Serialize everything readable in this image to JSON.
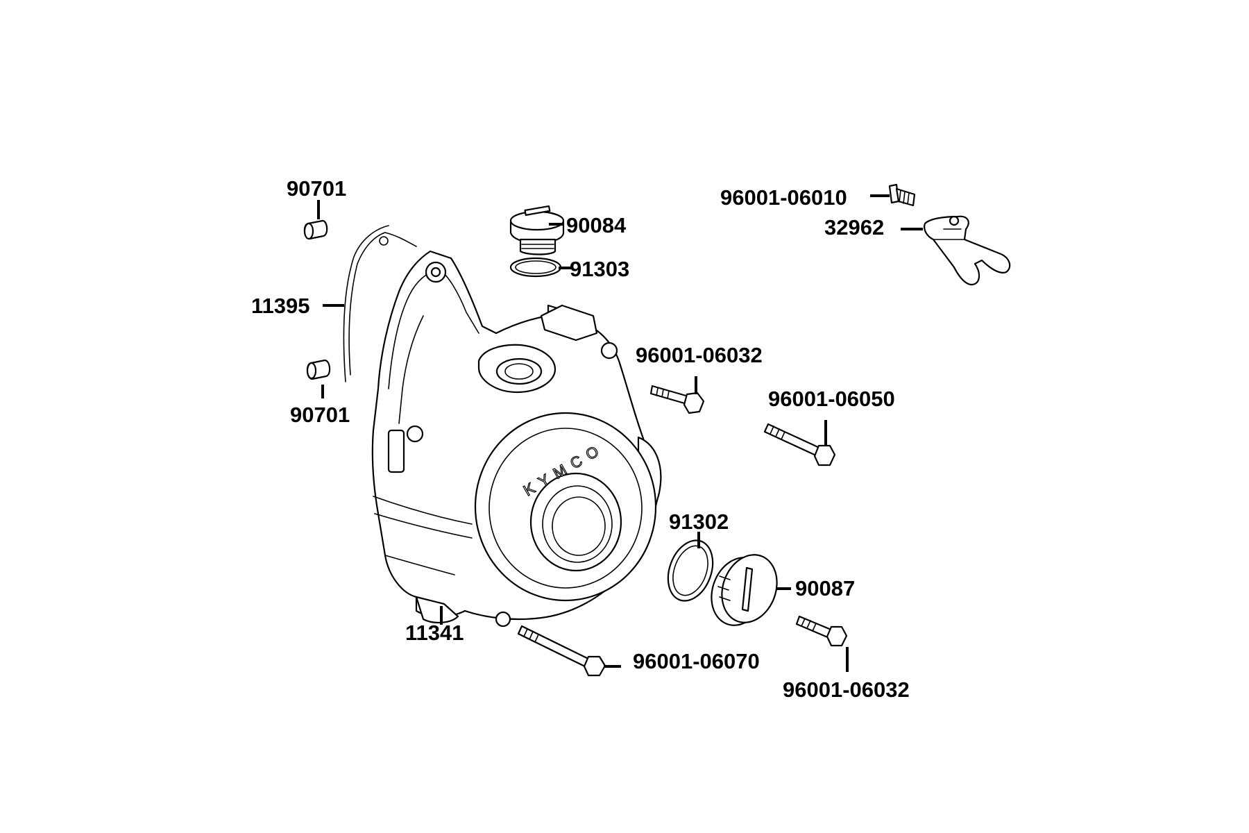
{
  "callouts": {
    "dowel_upper": "90701",
    "gasket": "11395",
    "dowel_lower": "90701",
    "filler_cap": "90084",
    "filler_oring": "91303",
    "bracket_bolt": "96001-06010",
    "bracket": "32962",
    "bolt_mid": "96001-06032",
    "bolt_long": "96001-06050",
    "cap_oring": "91302",
    "inspection_cap": "90087",
    "cover": "11341",
    "bolt_bottom": "96001-06070",
    "bolt_short": "96001-06032"
  },
  "cover_logo": "KYMCO",
  "colors": {
    "line": "#000000",
    "background": "#ffffff"
  }
}
